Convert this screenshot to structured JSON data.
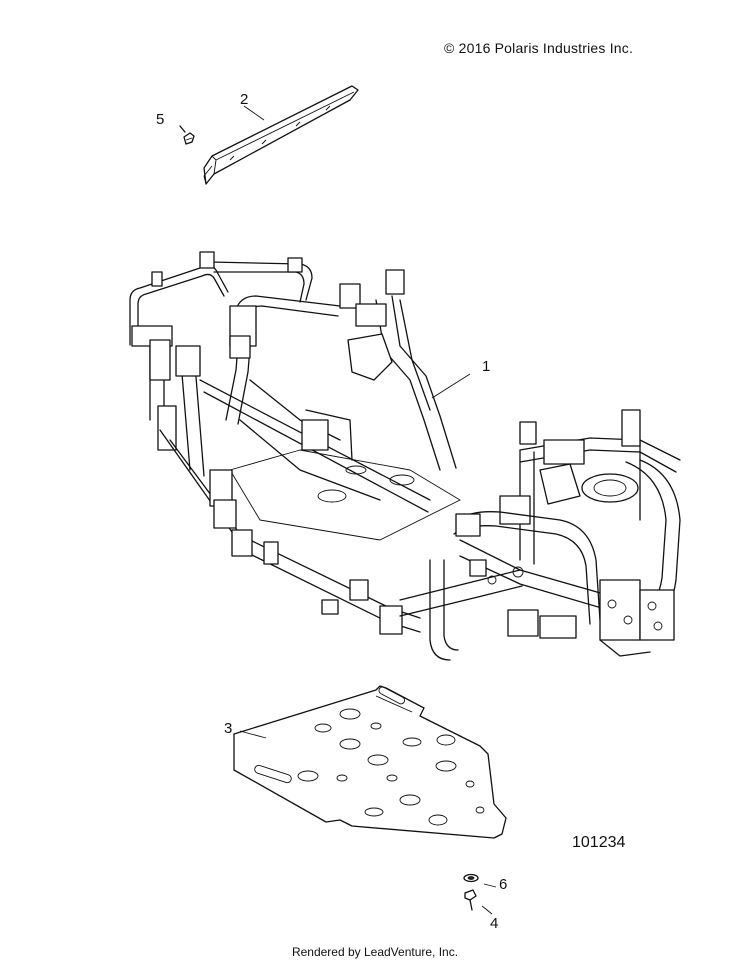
{
  "copyright": "© 2016 Polaris Industries Inc.",
  "figure_id": "101234",
  "rendered_by": "Rendered by LeadVenture, Inc.",
  "callouts": [
    {
      "number": "1",
      "part": "main-frame"
    },
    {
      "number": "2",
      "part": "frame-rail"
    },
    {
      "number": "3",
      "part": "skid-plate"
    },
    {
      "number": "4",
      "part": "screw"
    },
    {
      "number": "5",
      "part": "bolt"
    },
    {
      "number": "6",
      "part": "washer"
    }
  ]
}
